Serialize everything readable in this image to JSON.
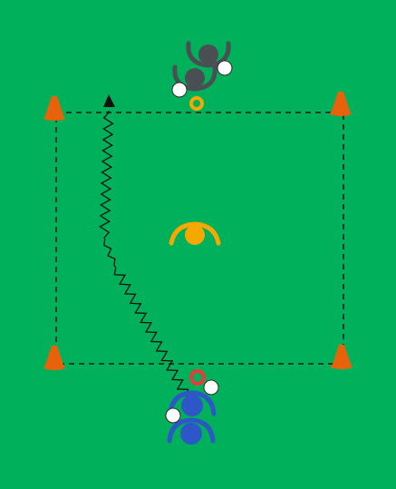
{
  "pitch": {
    "background_color": "#00B05A",
    "grid_line_color": "#1a1a1a",
    "cone_color": "#E8620C",
    "cones": [
      "cone",
      "cone",
      "cone",
      "cone"
    ]
  },
  "players": {
    "attackers_top": {
      "color": "#4A4F54",
      "count": 2,
      "balls": 2
    },
    "defender_center": {
      "color": "#F6A800",
      "count": 1
    },
    "attackers_bottom": {
      "color": "#2D57C8",
      "count": 2,
      "balls": 2
    }
  },
  "markers": {
    "top_ring": {
      "color": "#F6A800",
      "shape": "ring"
    },
    "bottom_ring": {
      "color": "#E63C3C",
      "shape": "ring"
    }
  },
  "dribble_path": {
    "color": "#111111",
    "style": "zigzag",
    "arrow": "arrow-head"
  }
}
